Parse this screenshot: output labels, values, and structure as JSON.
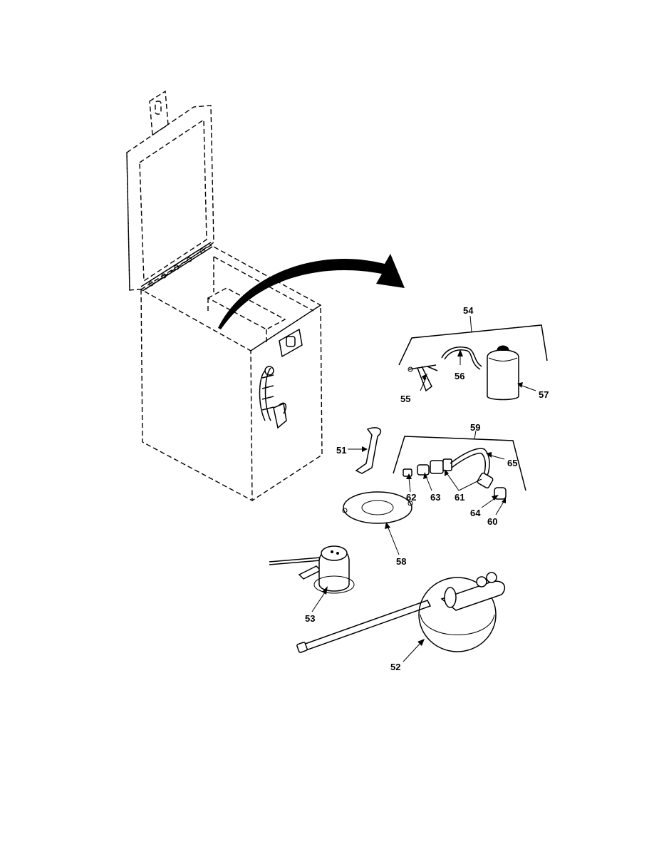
{
  "colors": {
    "ink": "#000000",
    "paper": "#ffffff"
  },
  "callouts": {
    "c51": "51",
    "c52": "52",
    "c53": "53",
    "c54": "54",
    "c55": "55",
    "c56": "56",
    "c57": "57",
    "c58": "58",
    "c59": "59",
    "c60": "60",
    "c61": "61",
    "c62": "62",
    "c63": "63",
    "c64": "64",
    "c65": "65"
  }
}
